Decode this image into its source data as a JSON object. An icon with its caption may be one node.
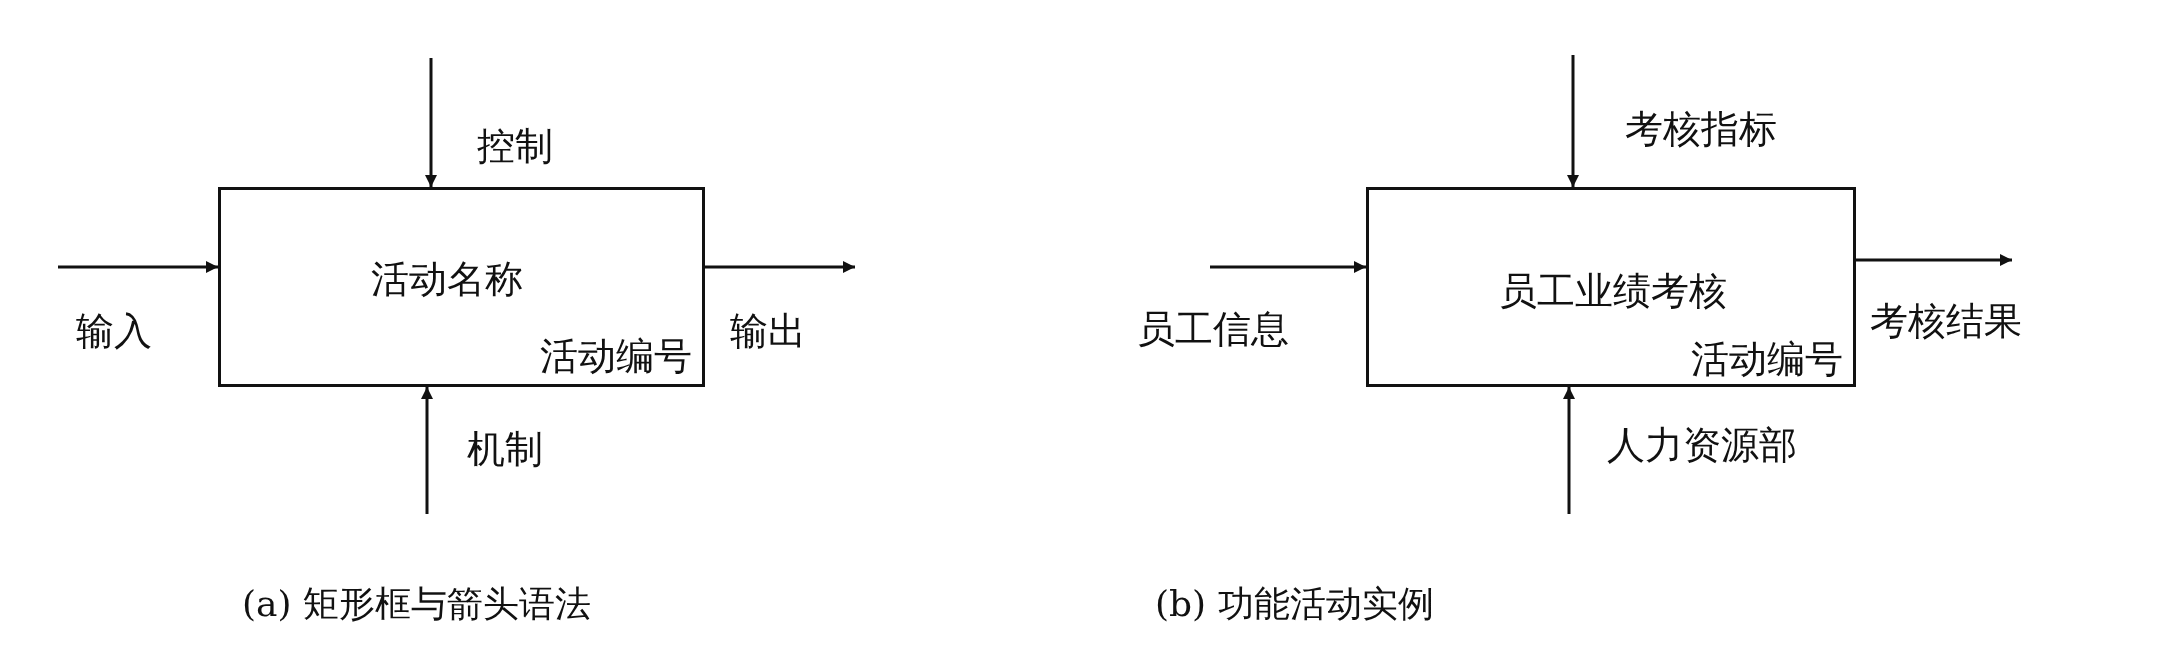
{
  "diagram": {
    "nodes": [
      {
        "text": [
          "活动名称",
          "活动编号"
        ]
      },
      {
        "text": [
          "员工业绩考核",
          "活动编号"
        ]
      }
    ],
    "edges": [
      {
        "from": null,
        "to": 0,
        "arrow": "to",
        "label": "控制"
      },
      {
        "from": null,
        "to": 0,
        "arrow": "to",
        "label": "输入"
      },
      {
        "from": 0,
        "to": null,
        "arrow": "to",
        "label": "输出"
      },
      {
        "from": null,
        "to": 0,
        "arrow": "to",
        "label": "机制"
      },
      {
        "from": null,
        "to": 1,
        "arrow": "to",
        "label": "考核指标"
      },
      {
        "from": null,
        "to": 1,
        "arrow": "to",
        "label": "员工信息"
      },
      {
        "from": 1,
        "to": null,
        "arrow": "to",
        "label": "考核结果"
      },
      {
        "from": null,
        "to": 1,
        "arrow": "to",
        "label": "人力资源部"
      }
    ],
    "labels": [
      "(a) 矩形框与箭头语法",
      "(b) 功能活动实例"
    ]
  }
}
